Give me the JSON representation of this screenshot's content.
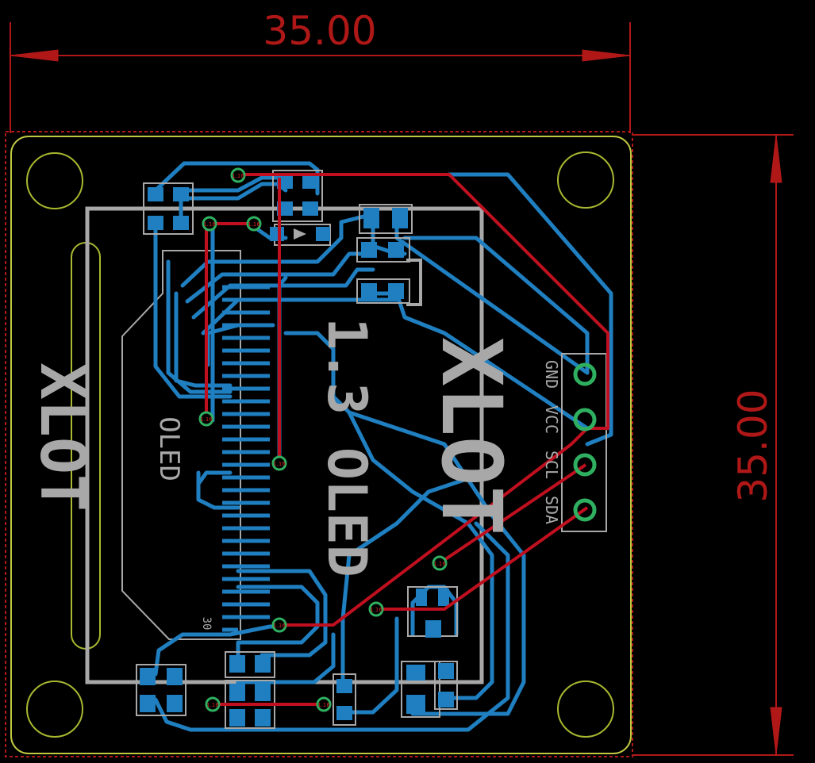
{
  "dimensions": {
    "width_label": "35.00",
    "height_label": "35.00"
  },
  "silkscreen": {
    "brand_left": "XLOT",
    "brand_right": "XLOT",
    "product": "1.3 OLED",
    "display": "OLED",
    "pin_count": "30",
    "pins": [
      "GND",
      "VCC",
      "SCL",
      "SDA"
    ]
  },
  "via_label": "1.16",
  "colors": {
    "background": "#000000",
    "dimension": "#b01818",
    "board_outline": "#c0c840",
    "bottom_copper": "#1f7fc0",
    "top_copper": "#c01020",
    "silkscreen": "#a8a8a8",
    "via": "#2fb060"
  }
}
